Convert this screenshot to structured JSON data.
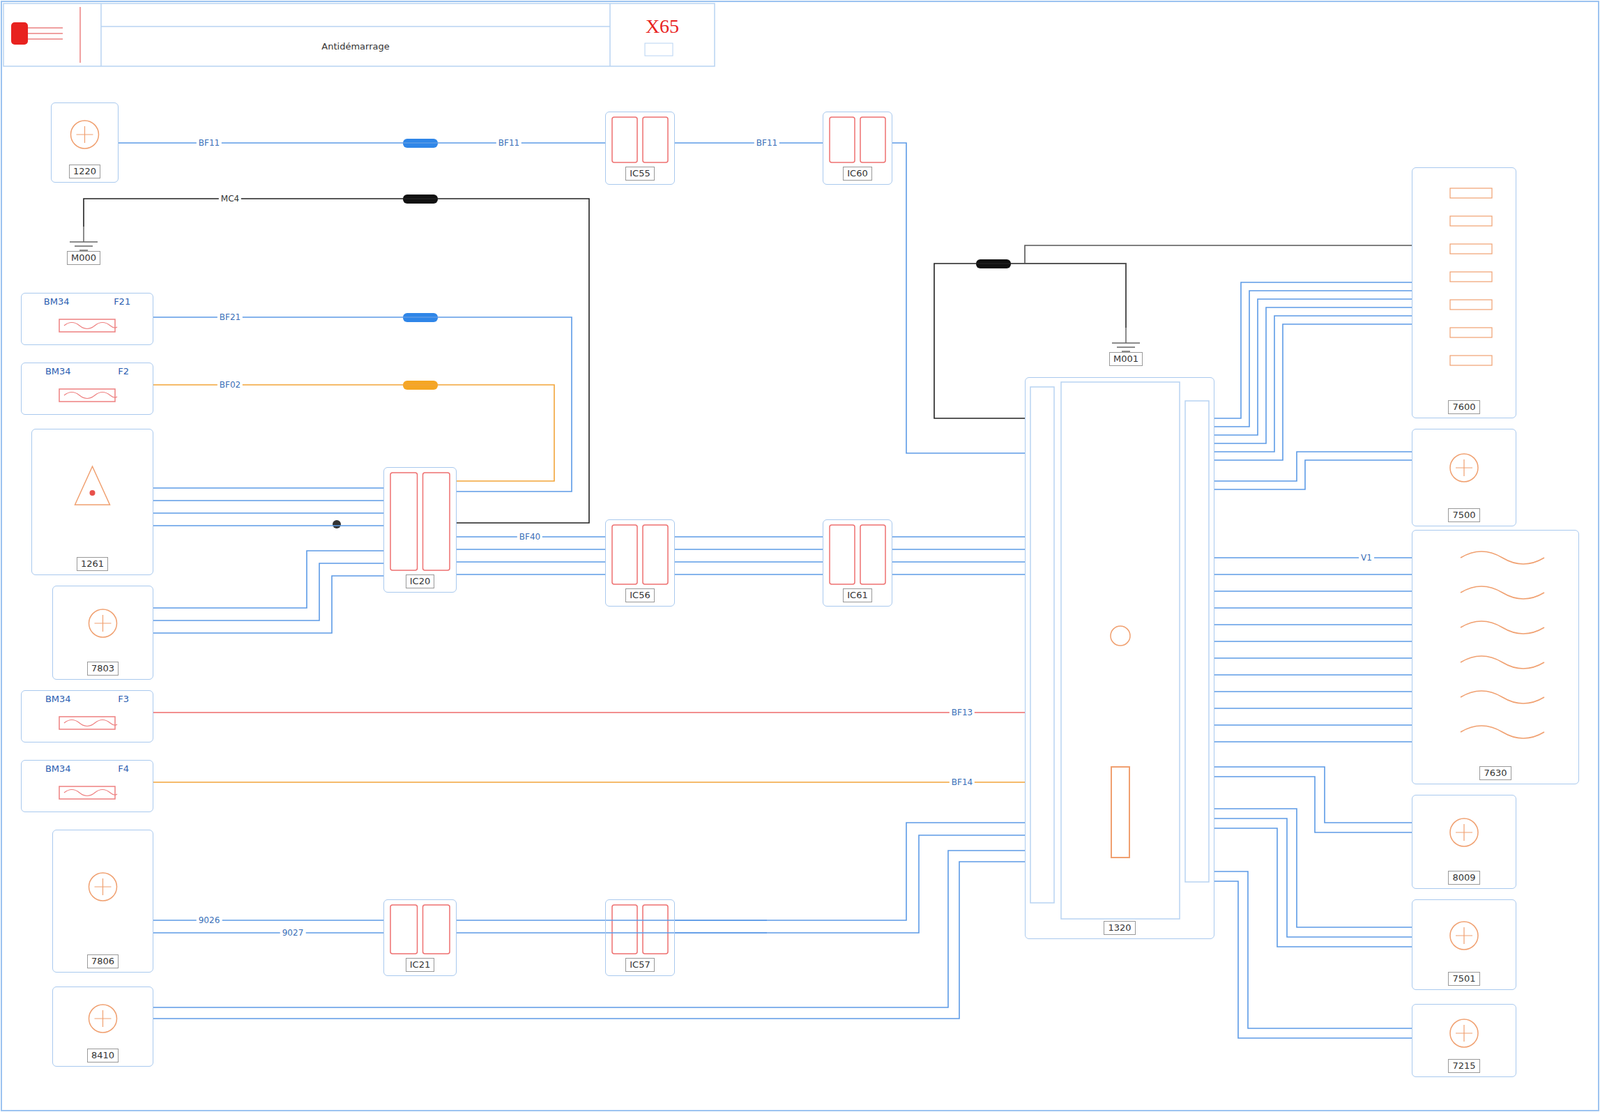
{
  "diagram": {
    "title": "Antidémarrage",
    "nodes": [
      {
        "text": [
          "1220"
        ]
      },
      {
        "text": [
          "M000"
        ]
      },
      {
        "text": [
          "BM34",
          "F21"
        ]
      },
      {
        "text": [
          "BM34",
          "F2"
        ]
      },
      {
        "text": [
          "1261"
        ]
      },
      {
        "text": [
          "7803"
        ]
      },
      {
        "text": [
          "BM34",
          "F3"
        ]
      },
      {
        "text": [
          "BM34",
          "F4"
        ]
      },
      {
        "text": [
          "7806"
        ]
      },
      {
        "text": [
          "8410"
        ]
      },
      {
        "text": [
          "IC20"
        ]
      },
      {
        "text": [
          "IC55"
        ]
      },
      {
        "text": [
          "IC60"
        ]
      },
      {
        "text": [
          "IC56"
        ]
      },
      {
        "text": [
          "IC61"
        ]
      },
      {
        "text": [
          "IC21"
        ]
      },
      {
        "text": [
          "IC57"
        ]
      },
      {
        "text": [
          "1320"
        ]
      },
      {
        "text": [
          "M001"
        ]
      },
      {
        "text": [
          "7600"
        ]
      },
      {
        "text": [
          "7500"
        ]
      },
      {
        "text": [
          "7630"
        ]
      },
      {
        "text": [
          "8009"
        ]
      },
      {
        "text": [
          "7501"
        ]
      },
      {
        "text": [
          "7215"
        ]
      }
    ],
    "edges": [
      {
        "from": 0,
        "to": 11,
        "arrow": "none"
      },
      {
        "from": 11,
        "to": 12,
        "arrow": "none"
      },
      {
        "from": 12,
        "to": 17,
        "arrow": "none"
      },
      {
        "from": 1,
        "to": 10,
        "arrow": "none"
      },
      {
        "from": 2,
        "to": 10,
        "arrow": "none"
      },
      {
        "from": 3,
        "to": 10,
        "arrow": "none"
      },
      {
        "from": 4,
        "to": 10,
        "arrow": "none"
      },
      {
        "from": 5,
        "to": 10,
        "arrow": "none"
      },
      {
        "from": 10,
        "to": 13,
        "arrow": "none"
      },
      {
        "from": 13,
        "to": 14,
        "arrow": "none"
      },
      {
        "from": 14,
        "to": 17,
        "arrow": "none"
      },
      {
        "from": 6,
        "to": 17,
        "arrow": "none"
      },
      {
        "from": 7,
        "to": 17,
        "arrow": "none"
      },
      {
        "from": 8,
        "to": 15,
        "arrow": "none"
      },
      {
        "from": 15,
        "to": 16,
        "arrow": "none"
      },
      {
        "from": 16,
        "to": 17,
        "arrow": "none"
      },
      {
        "from": 9,
        "to": 17,
        "arrow": "none"
      },
      {
        "from": 18,
        "to": 17,
        "arrow": "none"
      },
      {
        "from": 18,
        "to": 19,
        "arrow": "none"
      },
      {
        "from": 17,
        "to": 19,
        "arrow": "none"
      },
      {
        "from": 17,
        "to": 20,
        "arrow": "none"
      },
      {
        "from": 17,
        "to": 21,
        "arrow": "none"
      },
      {
        "from": 17,
        "to": 22,
        "arrow": "none"
      },
      {
        "from": 17,
        "to": 23,
        "arrow": "none"
      },
      {
        "from": 17,
        "to": 24,
        "arrow": "none"
      }
    ],
    "labels": [
      "X65",
      "BF11",
      "BF11",
      "BF11",
      "MC4",
      "BF21",
      "BF02",
      "BF40",
      "BF13",
      "BF14",
      "9026",
      "9027",
      "V1"
    ]
  }
}
